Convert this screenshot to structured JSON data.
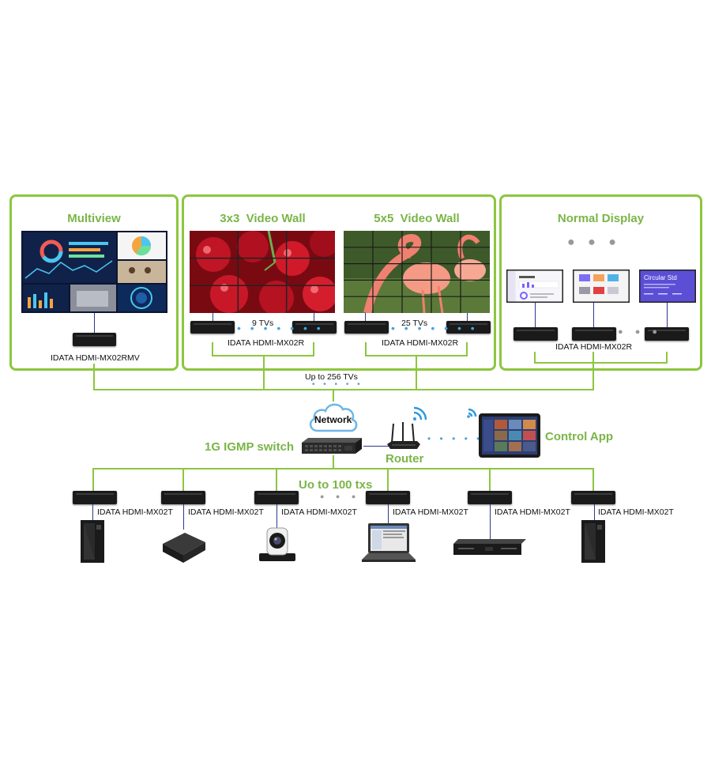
{
  "panels": {
    "multiview": {
      "title": "Multiview",
      "receiver_label": "IDATA HDMI-MX02RMV"
    },
    "wall3": {
      "title": "3x3  Video Wall",
      "count_label": "9 TVs",
      "receiver_label": "IDATA HDMI-MX02R"
    },
    "wall5": {
      "title": "5x5  Video Wall",
      "count_label": "25 TVs",
      "receiver_label": "IDATA HDMI-MX02R"
    },
    "normal": {
      "title": "Normal Display",
      "receiver_label": "IDATA HDMI-MX02R",
      "screen3_title": "Circular Std"
    }
  },
  "bus_top_label": "Up to 256 TVs",
  "network": {
    "cloud_label": "Network",
    "switch_label": "1G IGMP switch",
    "router_label": "Router",
    "app_label": "Control App"
  },
  "bus_bottom_label": "Uo to 100 txs",
  "transmitters": [
    {
      "label": "IDATA HDMI-MX02T",
      "source": "pc-tower"
    },
    {
      "label": "IDATA HDMI-MX02T",
      "source": "media-box"
    },
    {
      "label": "IDATA HDMI-MX02T",
      "source": "ptz-camera"
    },
    {
      "label": "IDATA HDMI-MX02T",
      "source": "laptop"
    },
    {
      "label": "IDATA HDMI-MX02T",
      "source": "set-top-box"
    },
    {
      "label": "IDATA HDMI-MX02T",
      "source": "pc-tower"
    }
  ],
  "colors": {
    "accent_green": "#8cc63f",
    "title_green": "#7ab547",
    "link_blue": "#2b3a8c",
    "dot_blue": "#4aa3df"
  }
}
